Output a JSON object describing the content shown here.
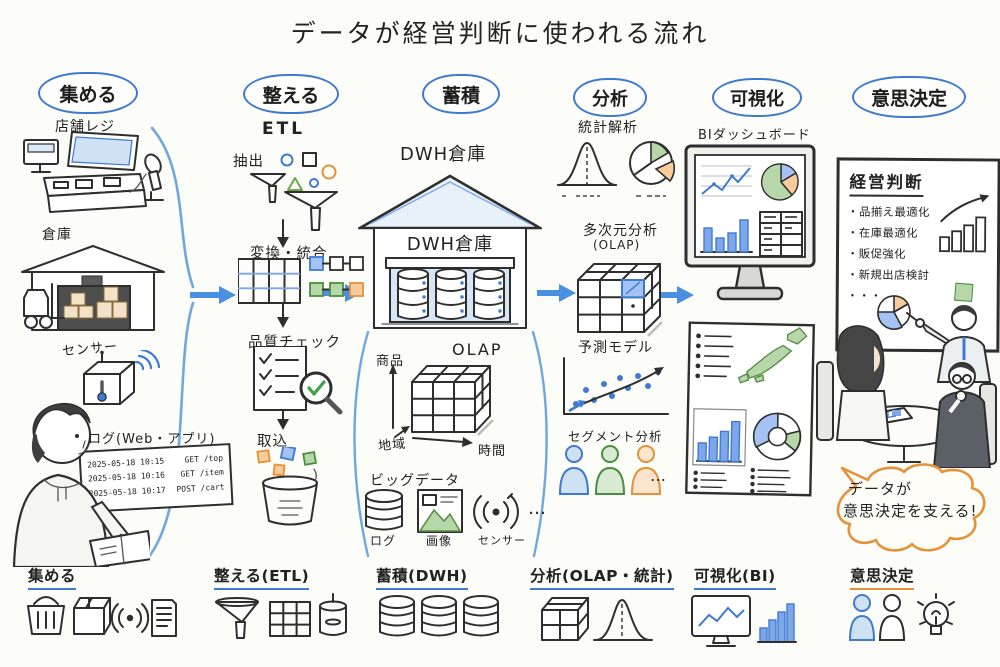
{
  "title": "データが経営判断に使われる流れ",
  "stages": {
    "collect": "集める",
    "prepare": "整える",
    "store": "蓄積",
    "analyze": "分析",
    "visualize": "可視化",
    "decide": "意思決定"
  },
  "collect": {
    "register": "店舗レジ",
    "warehouse": "倉庫",
    "sensor": "センサー",
    "log_title": "ログ(Web・アプリ)",
    "log_rows": [
      {
        "time": "2025-05-18 10:15",
        "req": "GET /top"
      },
      {
        "time": "2025-05-18 10:16",
        "req": "GET /item"
      },
      {
        "time": "2025-05-18 10:17",
        "req": "POST /cart"
      }
    ],
    "ellipsis": "…"
  },
  "etl": {
    "title": "ETL",
    "extract": "抽出",
    "transform": "変換・統合",
    "quality": "品質チェック",
    "load": "取込"
  },
  "dwh": {
    "title": "DWH倉庫",
    "sign": "DWH倉庫",
    "olap": "OLAP",
    "axis_product": "商品",
    "axis_region": "地域",
    "axis_time": "時間",
    "bigdata_title": "ビッグデータ",
    "bigdata_log": "ログ",
    "bigdata_image": "画像",
    "bigdata_sensor": "センサー",
    "ellipsis": "…"
  },
  "analysis": {
    "stat": "統計解析",
    "multi": "多次元分析",
    "multi_sub": "(OLAP)",
    "predict": "予測モデル",
    "segment": "セグメント分析",
    "ellipsis": "…"
  },
  "viz": {
    "dashboard": "BIダッシュボード"
  },
  "decision": {
    "board_title": "経営判断",
    "bullets": [
      "・品揃え最適化",
      "・在庫最適化",
      "・販促強化",
      "・新規出店検討",
      "・・・"
    ],
    "bubble_line1": "データが",
    "bubble_line2": "意思決定を支える!"
  },
  "legend": {
    "collect": "集める",
    "prepare": "整える(ETL)",
    "store": "蓄積(DWH)",
    "analyze": "分析(OLAP・統計)",
    "visualize": "可視化(BI)",
    "decide": "意思決定"
  },
  "colors": {
    "accent_blue": "#3f7ad2",
    "green": "#6aa84f",
    "orange": "#e69138",
    "ink": "#2e2e2e"
  }
}
